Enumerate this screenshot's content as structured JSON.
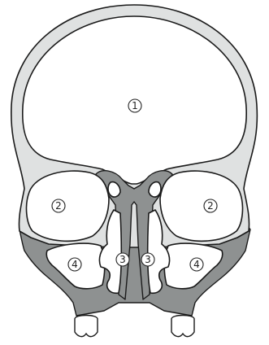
{
  "labels": {
    "cranial_cavity": "1",
    "orbit_left": "2",
    "orbit_right": "2",
    "nasal_meatus_left": "3",
    "nasal_meatus_right": "3",
    "maxillary_sinus_left": "4",
    "maxillary_sinus_right": "4"
  },
  "colors": {
    "bone_light": "#dfe1e1",
    "bone_dark": "#8e9191",
    "outline": "#1a1a1a",
    "cavity": "#ffffff"
  }
}
